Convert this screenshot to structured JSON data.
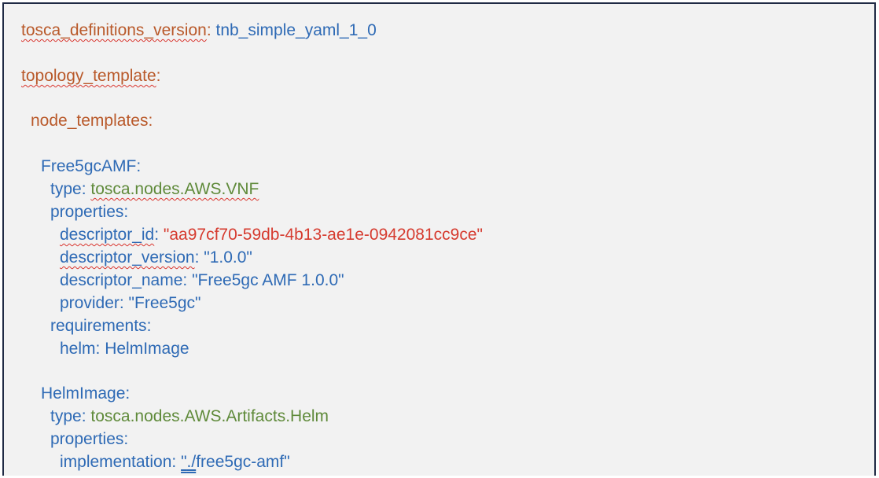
{
  "document": {
    "lines": [
      {
        "key": "tosca_definitions_version",
        "sep": ": ",
        "value": "tnb_simple_yaml_1_0"
      },
      {
        "key": "topology_template",
        "sep": ":",
        "value": ""
      },
      {
        "key": "node_templates",
        "sep": ":",
        "value": ""
      },
      {
        "key": "Free5gcAMF",
        "sep": ":",
        "value": ""
      },
      {
        "key": "type",
        "sep": ": ",
        "value": "tosca.nodes.AWS.VNF"
      },
      {
        "key": "properties",
        "sep": ":",
        "value": ""
      },
      {
        "key": "descriptor_id",
        "sep": ": ",
        "value": "\"aa97cf70-59db-4b13-ae1e-0942081cc9ce\""
      },
      {
        "key": "descriptor_version",
        "sep": ": ",
        "value": "\"1.0.0\""
      },
      {
        "key": "descriptor_name",
        "sep": ": ",
        "value": "\"Free5gc AMF 1.0.0\""
      },
      {
        "key": "provider",
        "sep": ": ",
        "value": "\"Free5gc\""
      },
      {
        "key": "requirements",
        "sep": ":",
        "value": ""
      },
      {
        "key": "helm",
        "sep": ": ",
        "value": "HelmImage"
      },
      {
        "key": "HelmImage",
        "sep": ":",
        "value": ""
      },
      {
        "key": "type",
        "sep": ": ",
        "value": "tosca.nodes.AWS.Artifacts.Helm"
      },
      {
        "key": "properties",
        "sep": ":",
        "value": ""
      },
      {
        "key": "implementation",
        "sep": ": ",
        "value_prefix": "\"",
        "value_link": "./",
        "value": "free5gc-amf\""
      }
    ]
  },
  "colors": {
    "background": "#f2f2f2",
    "border": "#1f2a44",
    "key_orange": "#b9592a",
    "key_blue": "#2e6ab5",
    "value_green": "#5f8a3a",
    "value_red": "#d63b2f",
    "spellcheck_underline": "#d9362f"
  }
}
